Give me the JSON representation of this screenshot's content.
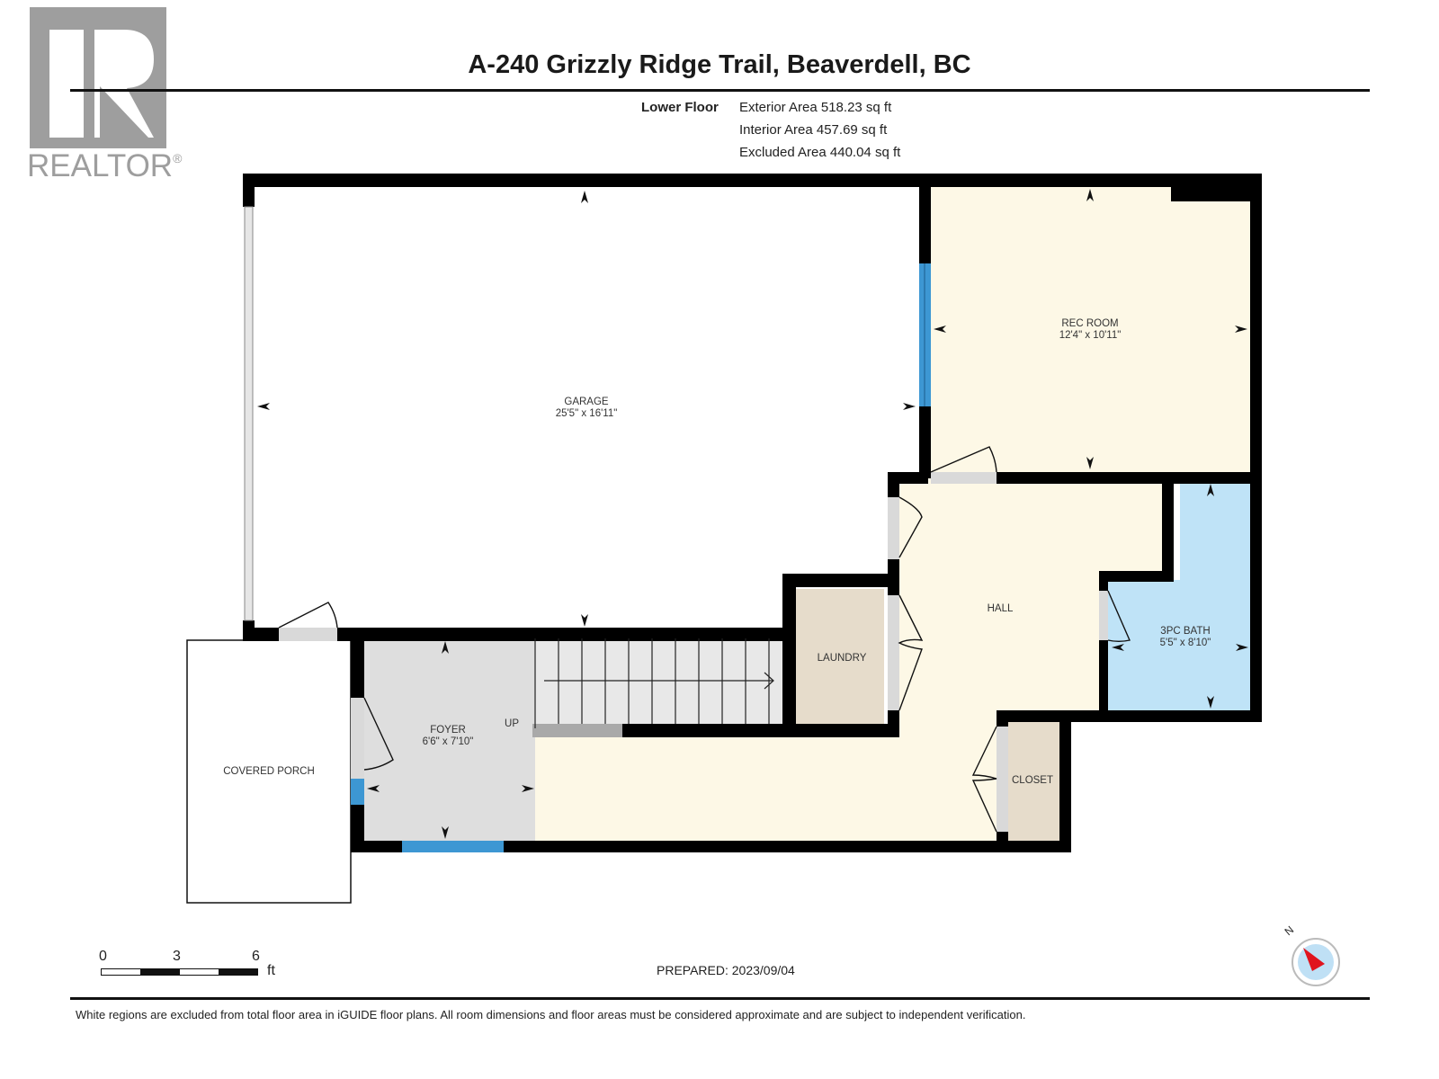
{
  "logo": {
    "brand": "REALTOR",
    "registered_mark": "®",
    "icon": "realtor-r-icon"
  },
  "header": {
    "title": "A-240 Grizzly Ridge Trail, Beaverdell, BC",
    "floor_name": "Lower Floor",
    "areas": [
      "Exterior Area 518.23 sq ft",
      "Interior Area 457.69 sq ft",
      "Excluded Area 440.04 sq ft"
    ]
  },
  "rooms": {
    "garage": {
      "name": "GARAGE",
      "dims": "25'5\" x 16'11\""
    },
    "rec_room": {
      "name": "REC ROOM",
      "dims": "12'4\" x 10'11\""
    },
    "hall": {
      "name": "HALL"
    },
    "bath": {
      "name": "3PC BATH",
      "dims": "5'5\" x 8'10\""
    },
    "laundry": {
      "name": "LAUNDRY"
    },
    "foyer": {
      "name": "FOYER",
      "dims": "6'6\" x 7'10\""
    },
    "stairs": {
      "label": "UP"
    },
    "closet": {
      "name": "CLOSET"
    },
    "porch": {
      "name": "COVERED PORCH"
    }
  },
  "colors": {
    "wall": "#000000",
    "garage": "#ffffff",
    "rec_room": "#fdf8e6",
    "hall": "#fdf8e6",
    "bath": "#bfe3f7",
    "laundry": "#e6dccb",
    "closet": "#e6dccb",
    "foyer": "#dedede",
    "window": "#3d97d3",
    "door_threshold": "#d9d9d9",
    "logo_gray": "#9e9e9e",
    "compass_needle": "#e0141e",
    "compass_face": "#bfe0f5"
  },
  "scale": {
    "ticks": [
      "0",
      "3",
      "6"
    ],
    "unit": "ft"
  },
  "compass": {
    "north_label": "N",
    "icon": "compass-icon"
  },
  "footer": {
    "prepared": "PREPARED: 2023/09/04",
    "disclaimer": "White regions are excluded from total floor area in iGUIDE floor plans. All room dimensions and floor areas must be considered approximate and are subject to independent verification."
  }
}
